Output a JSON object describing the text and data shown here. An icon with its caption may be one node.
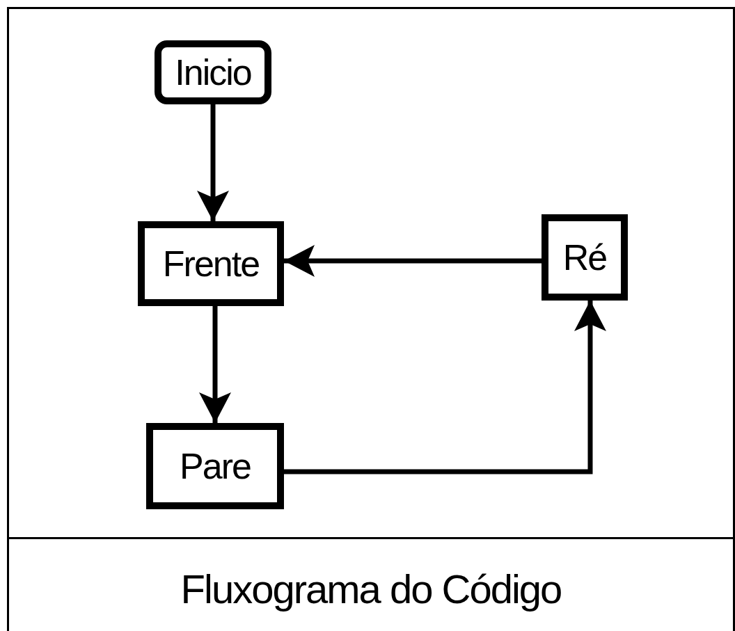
{
  "diagram": {
    "caption": "Fluxograma do Código",
    "nodes": [
      {
        "text": [
          "Inicio"
        ]
      },
      {
        "text": [
          "Frente"
        ]
      },
      {
        "text": [
          "Ré"
        ]
      },
      {
        "text": [
          "Pare"
        ]
      }
    ],
    "edges": [
      {
        "from": 0,
        "to": 1,
        "arrow": "to"
      },
      {
        "from": 1,
        "to": 3,
        "arrow": "to"
      },
      {
        "from": 2,
        "to": 1,
        "arrow": "to"
      },
      {
        "from": 3,
        "to": 2,
        "arrow": "to"
      }
    ]
  }
}
